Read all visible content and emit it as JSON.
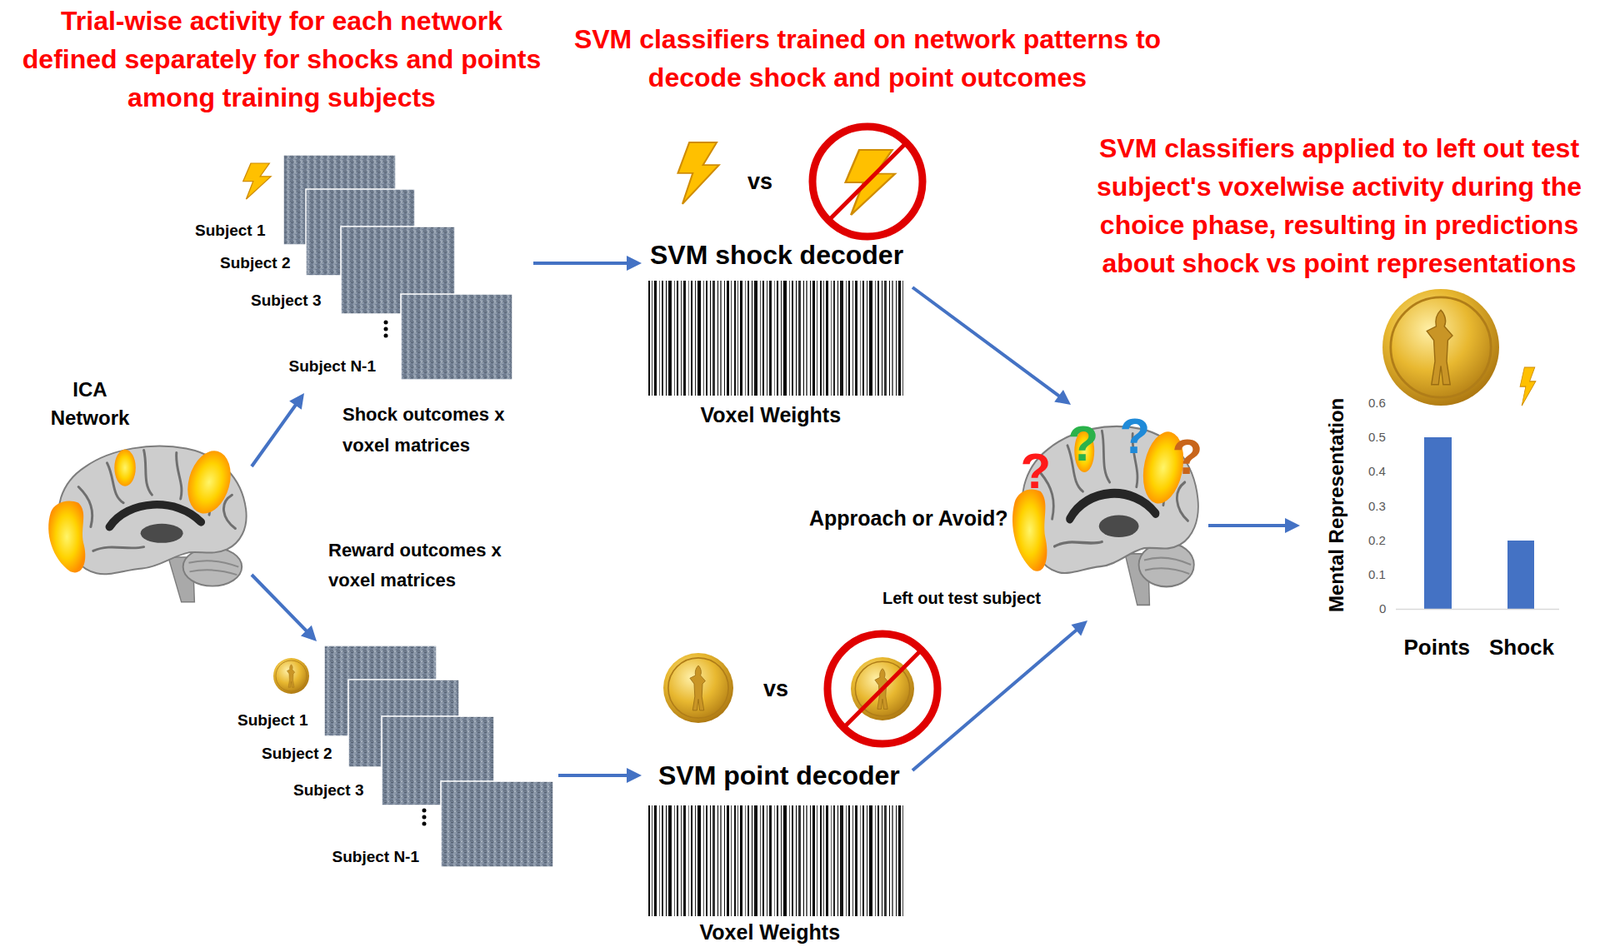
{
  "diagram": {
    "nodes": [
      {
        "text": [
          "ICA Network"
        ]
      },
      {
        "text": [
          "Shock outcomes x voxel matrices"
        ]
      },
      {
        "text": [
          "Reward outcomes x voxel matrices"
        ]
      },
      {
        "text": [
          "SVM shock decoder",
          "Voxel Weights"
        ]
      },
      {
        "text": [
          "SVM point decoder",
          "Voxel Weights"
        ]
      },
      {
        "text": [
          "?",
          "?",
          "?",
          "?",
          "Approach or Avoid?",
          "Left out test subject"
        ]
      },
      {
        "text": [
          "Mental Representation",
          "0.6",
          "0.5",
          "0.4",
          "0.3",
          "0.2",
          "0.1",
          "0",
          "Points",
          "Shock"
        ]
      }
    ],
    "edges": [
      {
        "from": 0,
        "to": 1,
        "arrow": "to"
      },
      {
        "from": 0,
        "to": 2,
        "arrow": "to"
      },
      {
        "from": 1,
        "to": 3,
        "arrow": "to"
      },
      {
        "from": 2,
        "to": 4,
        "arrow": "to"
      },
      {
        "from": 3,
        "to": 5,
        "arrow": "to"
      },
      {
        "from": 4,
        "to": 5,
        "arrow": "to"
      },
      {
        "from": 5,
        "to": 6,
        "arrow": "to"
      }
    ],
    "labels": [
      "Trial-wise activity for each network defined separately for shocks and points among training subjects",
      "SVM classifiers trained on network patterns to decode shock and point outcomes",
      "SVM classifiers applied to left out test subject's voxelwise activity during the choice phase, resulting in predictions about shock vs point representations",
      "Subject 1",
      "Subject 2",
      "Subject 3",
      "Subject N-1",
      "vs",
      "Subject 1",
      "Subject 2",
      "Subject 3",
      "Subject N-1",
      "vs"
    ]
  }
}
